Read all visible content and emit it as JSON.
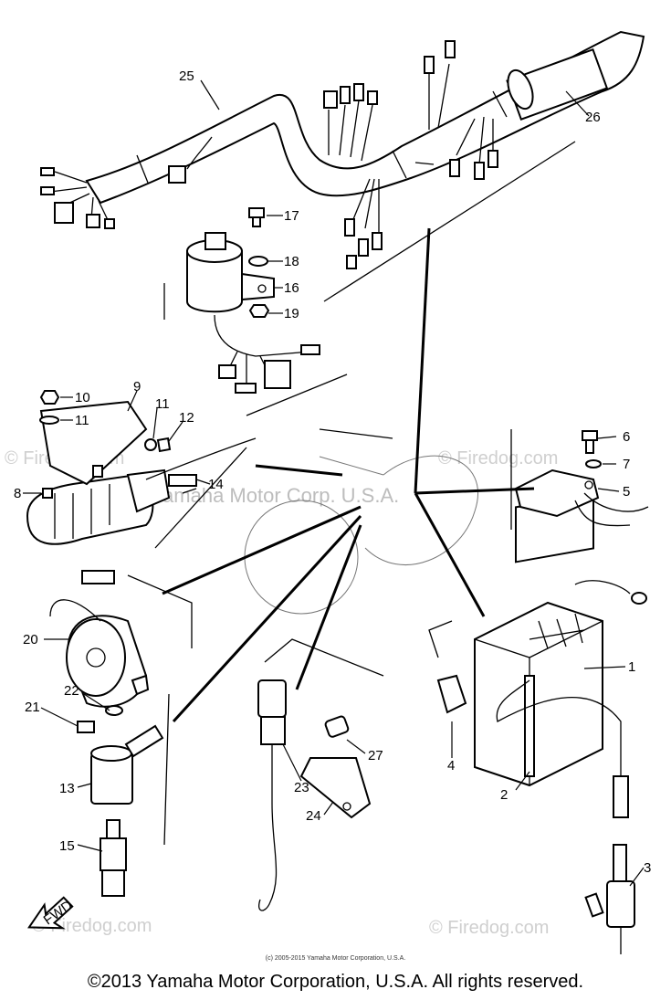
{
  "callouts": {
    "p1": "1",
    "p2": "2",
    "p3": "3",
    "p4": "4",
    "p5": "5",
    "p6": "6",
    "p7": "7",
    "p8": "8",
    "p9": "9",
    "p10": "10",
    "p11a": "11",
    "p11b": "11",
    "p12": "12",
    "p13": "13",
    "p14": "14",
    "p15": "15",
    "p16": "16",
    "p17": "17",
    "p18": "18",
    "p19": "19",
    "p20": "20",
    "p21": "21",
    "p22": "22",
    "p23": "23",
    "p24": "24",
    "p25": "25",
    "p26": "26",
    "p27": "27"
  },
  "fwd_label": "FWD",
  "watermarks": {
    "w1": "© Firedog.com",
    "w2": "© Firedog.com",
    "w3": "© Firedog.com",
    "w4": "© Firedog.com",
    "w5": "Yamaha Motor Corp. U.S.A."
  },
  "footer": {
    "fine_print": "(c) 2005-2015 Yamaha Motor Corporation, U.S.A.",
    "copyright": "©2013 Yamaha Motor Corporation, U.S.A. All rights reserved."
  }
}
